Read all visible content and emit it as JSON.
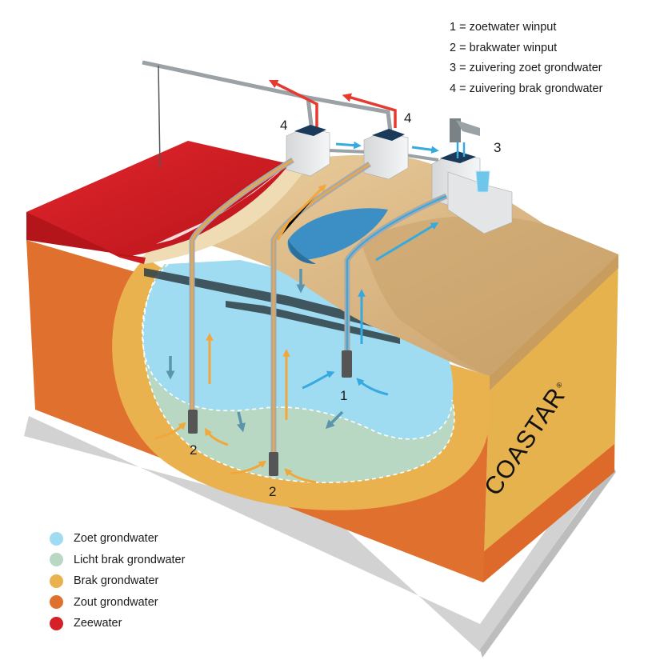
{
  "key": [
    {
      "id": "key-freshwater-well",
      "text": "1 = zoetwater winput"
    },
    {
      "id": "key-brackish-well",
      "text": "2 = brakwater winput"
    },
    {
      "id": "key-fresh-treatment",
      "text": "3 = zuivering zoet grondwater"
    },
    {
      "id": "key-brackish-treatment",
      "text": "4 = zuivering brak grondwater"
    }
  ],
  "legend": [
    {
      "label": "Zoet grondwater",
      "color": "#9fdcf2"
    },
    {
      "label": "Licht brak grondwater",
      "color": "#b9d8c4"
    },
    {
      "label": "Brak grondwater",
      "color": "#e9b24f"
    },
    {
      "label": "Zout grondwater",
      "color": "#e0702e"
    },
    {
      "label": "Zeewater",
      "color": "#d42027"
    }
  ],
  "markers": {
    "well_fresh": "1",
    "well_brackish": "2",
    "treatment_fresh": "3",
    "treatment_brackish": "4"
  },
  "brand": {
    "name": "COASTAR",
    "mark": "®"
  },
  "colors": {
    "fresh": "#9fdcf2",
    "light_brackish": "#b9d8c4",
    "brackish": "#e9b24f",
    "salt": "#e0702e",
    "sea": "#d42027",
    "sand": "#d9b47f",
    "flow_fresh": "#35a9e0",
    "flow_brackish": "#f0a73c",
    "flow_return": "#e53a2f"
  }
}
